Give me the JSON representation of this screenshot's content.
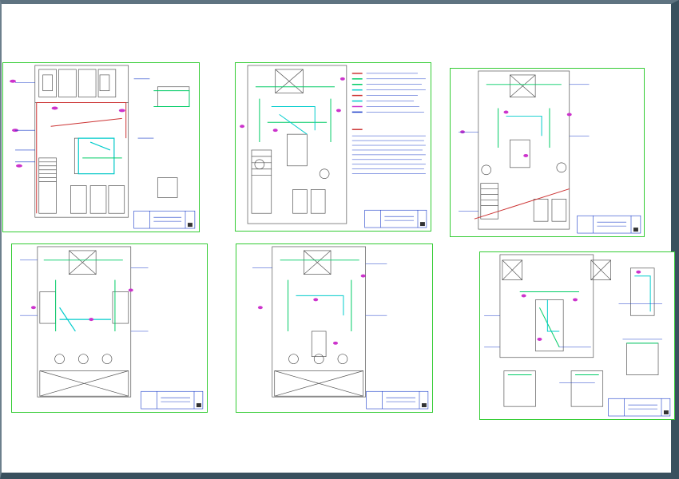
{
  "drawing": {
    "sheets": [
      {
        "id": "sheet-1",
        "content": "ground-floor-plan-with-details"
      },
      {
        "id": "sheet-2",
        "content": "floor-plan-with-legend-and-notes"
      },
      {
        "id": "sheet-3",
        "content": "floor-plan"
      },
      {
        "id": "sheet-4",
        "content": "floor-plan"
      },
      {
        "id": "sheet-5",
        "content": "floor-plan"
      },
      {
        "id": "sheet-6",
        "content": "roof-plan-with-tank-details"
      }
    ],
    "colors": {
      "background": "#ffffff",
      "sheet_border": "#33cc33",
      "wall_lines": "#555555",
      "pipe_green": "#00cc66",
      "pipe_cyan": "#00cccc",
      "pipe_magenta": "#cc33cc",
      "pipe_red": "#cc3333",
      "annotation_blue": "#1a3cc9",
      "title_block": "#1a3cc9"
    }
  }
}
